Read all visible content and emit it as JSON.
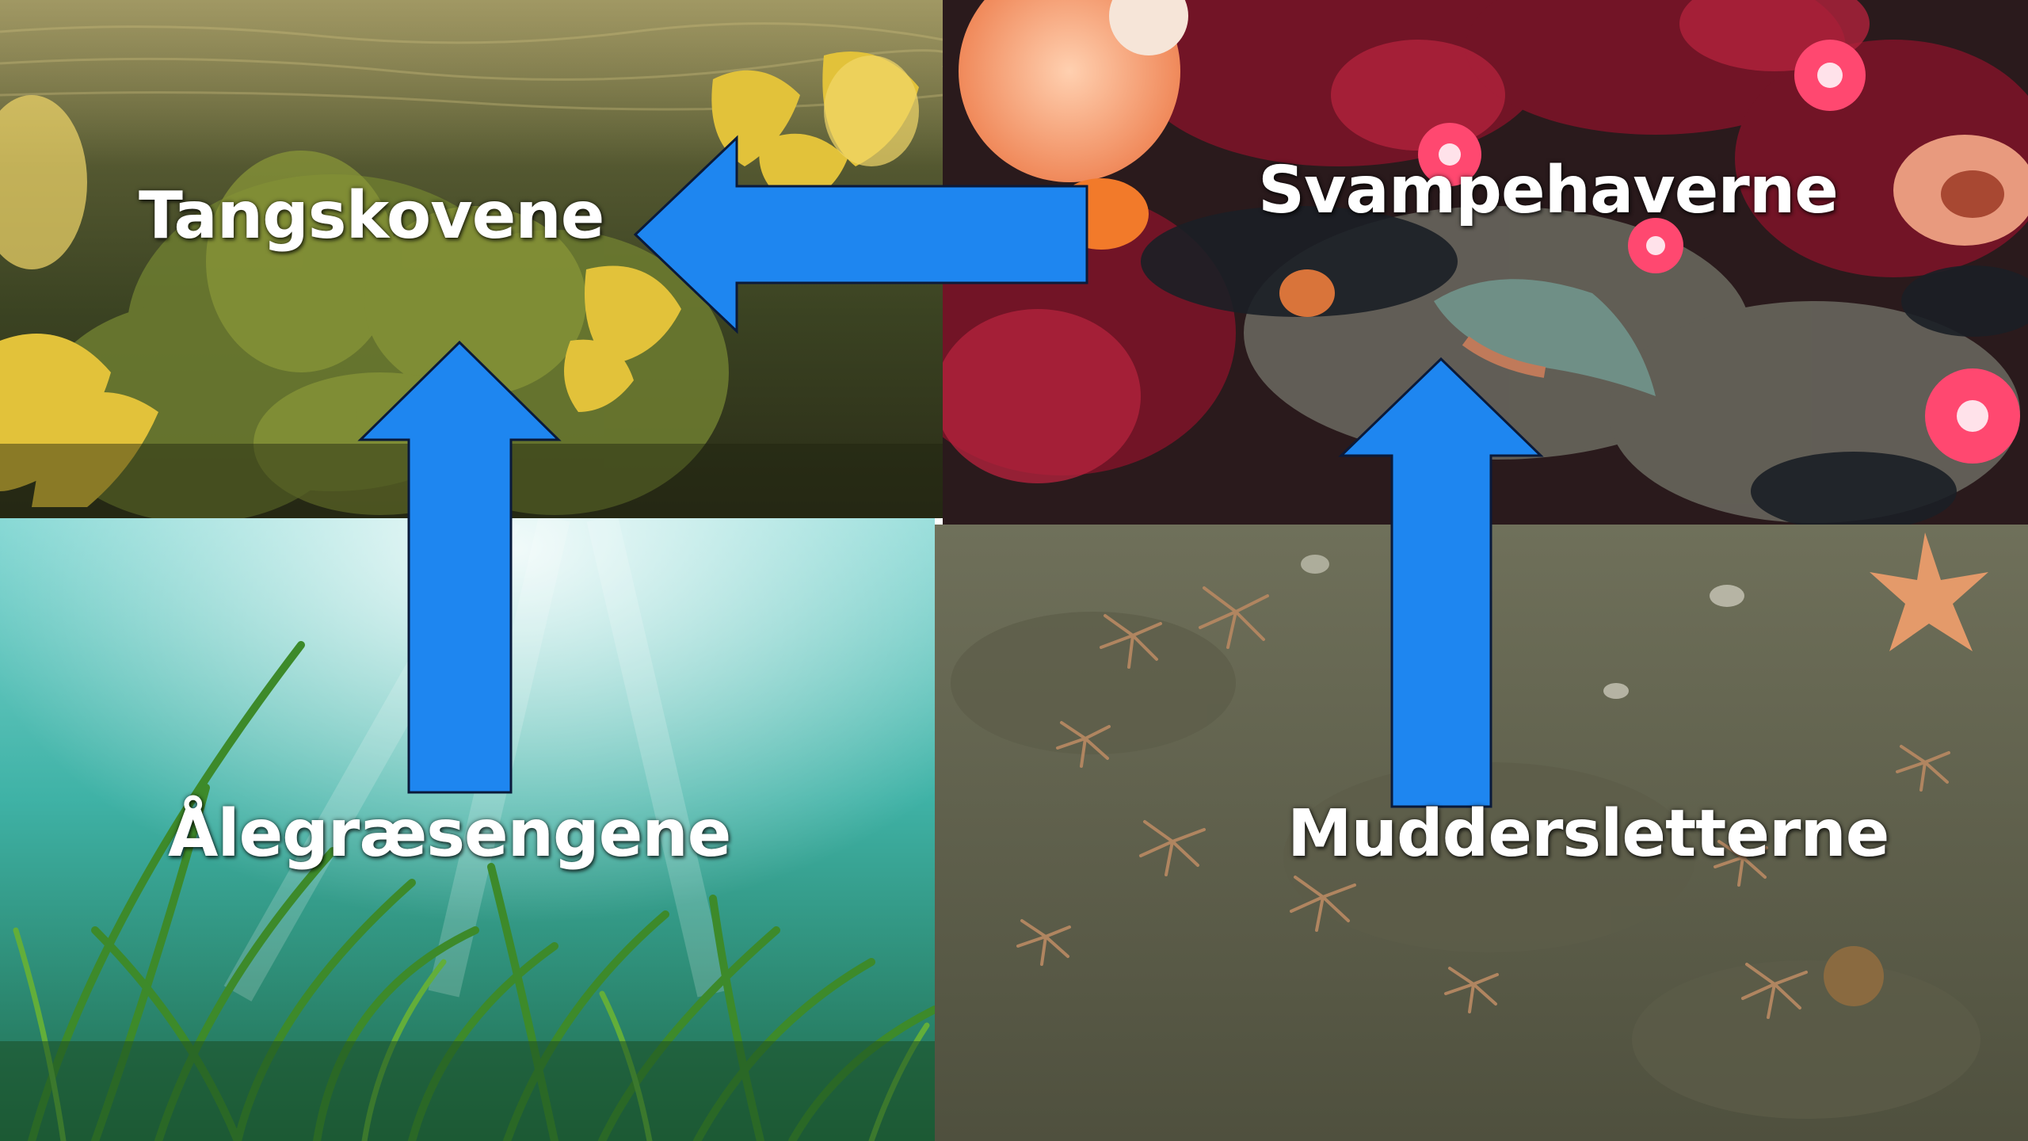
{
  "slide": {
    "habitats": {
      "kelp": {
        "label": "Tangskovene"
      },
      "sponge": {
        "label": "Svampehaverne"
      },
      "seagrass": {
        "label": "Ålegræsengene"
      },
      "mud": {
        "label": "Muddersletterne"
      }
    },
    "arrows": [
      {
        "from": "Svampehaverne",
        "to": "Tangskovene",
        "direction": "left"
      },
      {
        "from": "Ålegræsengene",
        "to": "Tangskovene",
        "direction": "up"
      },
      {
        "from": "Muddersletterne",
        "to": "Svampehaverne",
        "direction": "up"
      }
    ],
    "colors": {
      "arrow_fill": "#1e86f0",
      "arrow_outline": "#0a1a3a",
      "label_text": "#ffffff"
    }
  }
}
